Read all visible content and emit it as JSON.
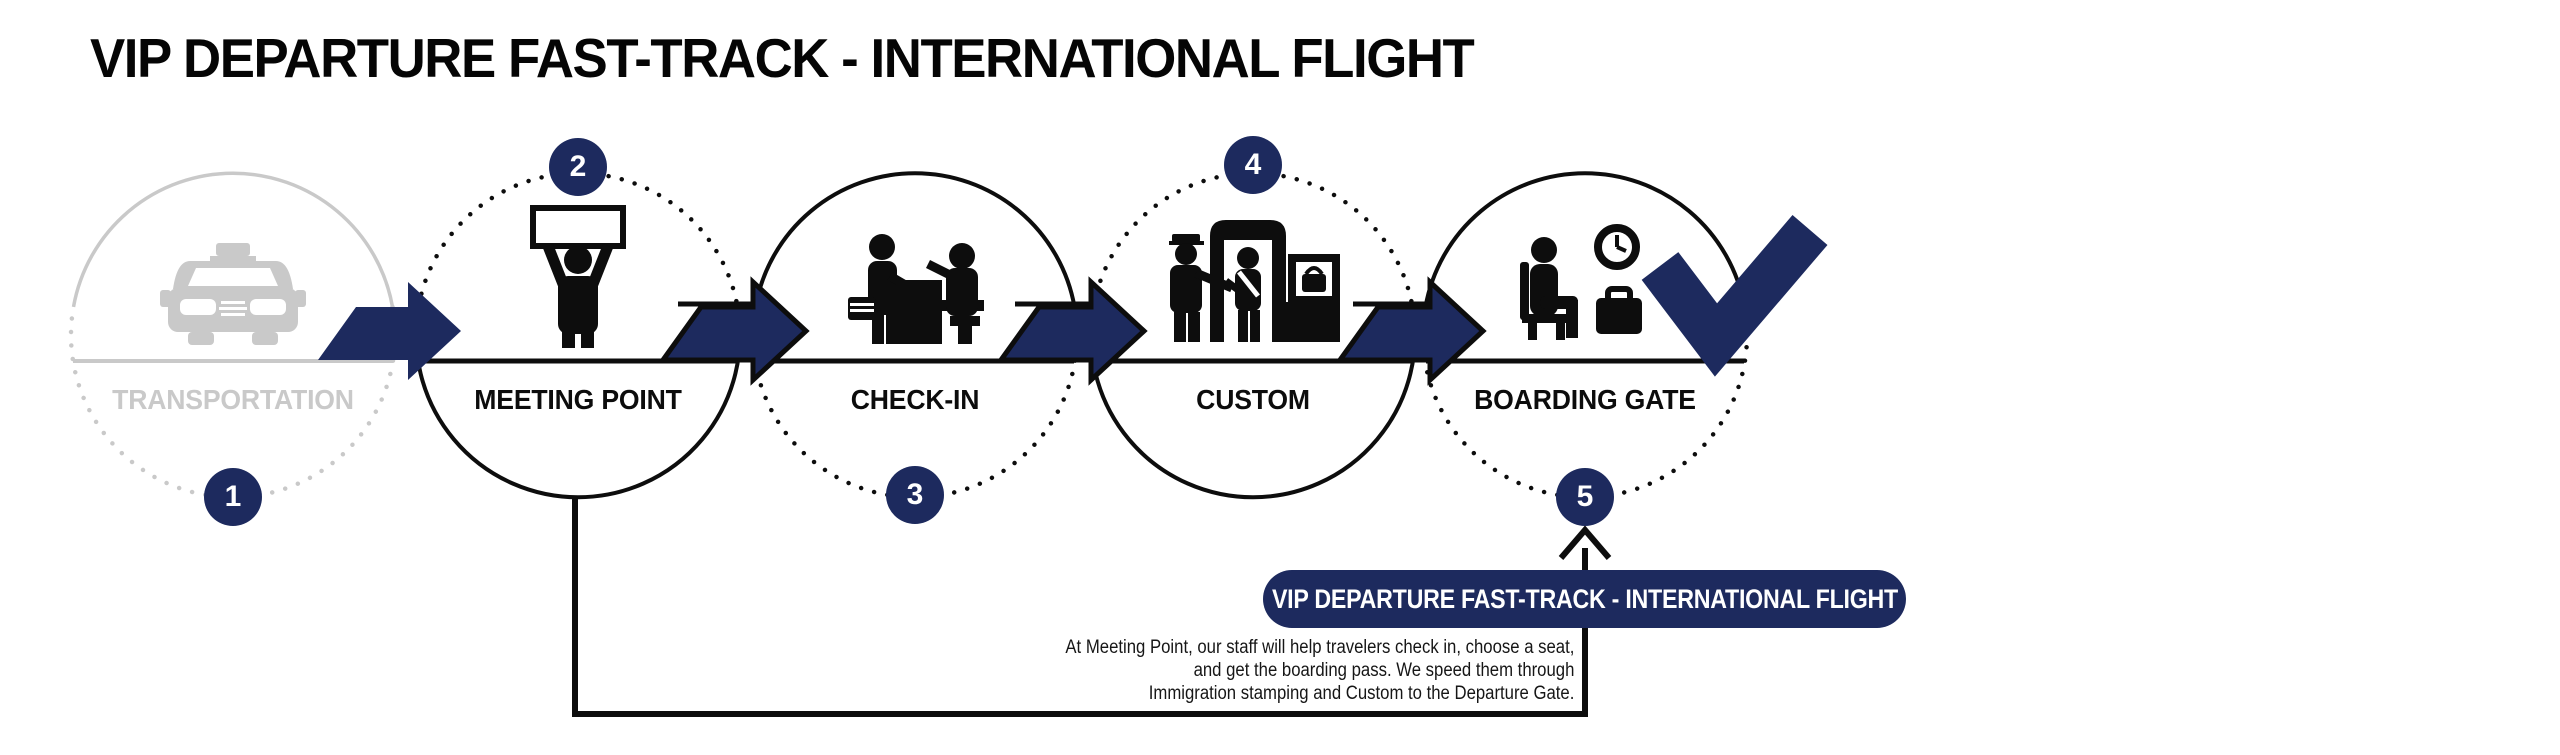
{
  "title": "VIP DEPARTURE FAST-TRACK - INTERNATIONAL FLIGHT",
  "colors": {
    "navy": "#1d2a5e",
    "black": "#0d0d0d",
    "inactive_gray": "#c9c9c9",
    "white": "#ffffff"
  },
  "steps": [
    {
      "number": "1",
      "label": "TRANSPORTATION",
      "icon": "taxi-icon",
      "state": "inactive",
      "badge_position": "bottom"
    },
    {
      "number": "2",
      "label": "MEETING POINT",
      "icon": "greeter-sign-icon",
      "state": "active",
      "badge_position": "top"
    },
    {
      "number": "3",
      "label": "CHECK-IN",
      "icon": "check-in-desk-icon",
      "state": "active",
      "badge_position": "bottom"
    },
    {
      "number": "4",
      "label": "CUSTOM",
      "icon": "security-scanner-icon",
      "state": "active",
      "badge_position": "top"
    },
    {
      "number": "5",
      "label": "BOARDING GATE",
      "icon": "waiting-seat-icon",
      "state": "active",
      "badge_position": "bottom"
    }
  ],
  "callout": {
    "pill_label": "VIP DEPARTURE FAST-TRACK - INTERNATIONAL FLIGHT",
    "description_lines": [
      "At Meeting Point, our staff will help travelers check in, choose a seat,",
      "and get the boarding pass. We speed them through",
      "Immigration stamping and Custom to the Departure Gate."
    ]
  }
}
